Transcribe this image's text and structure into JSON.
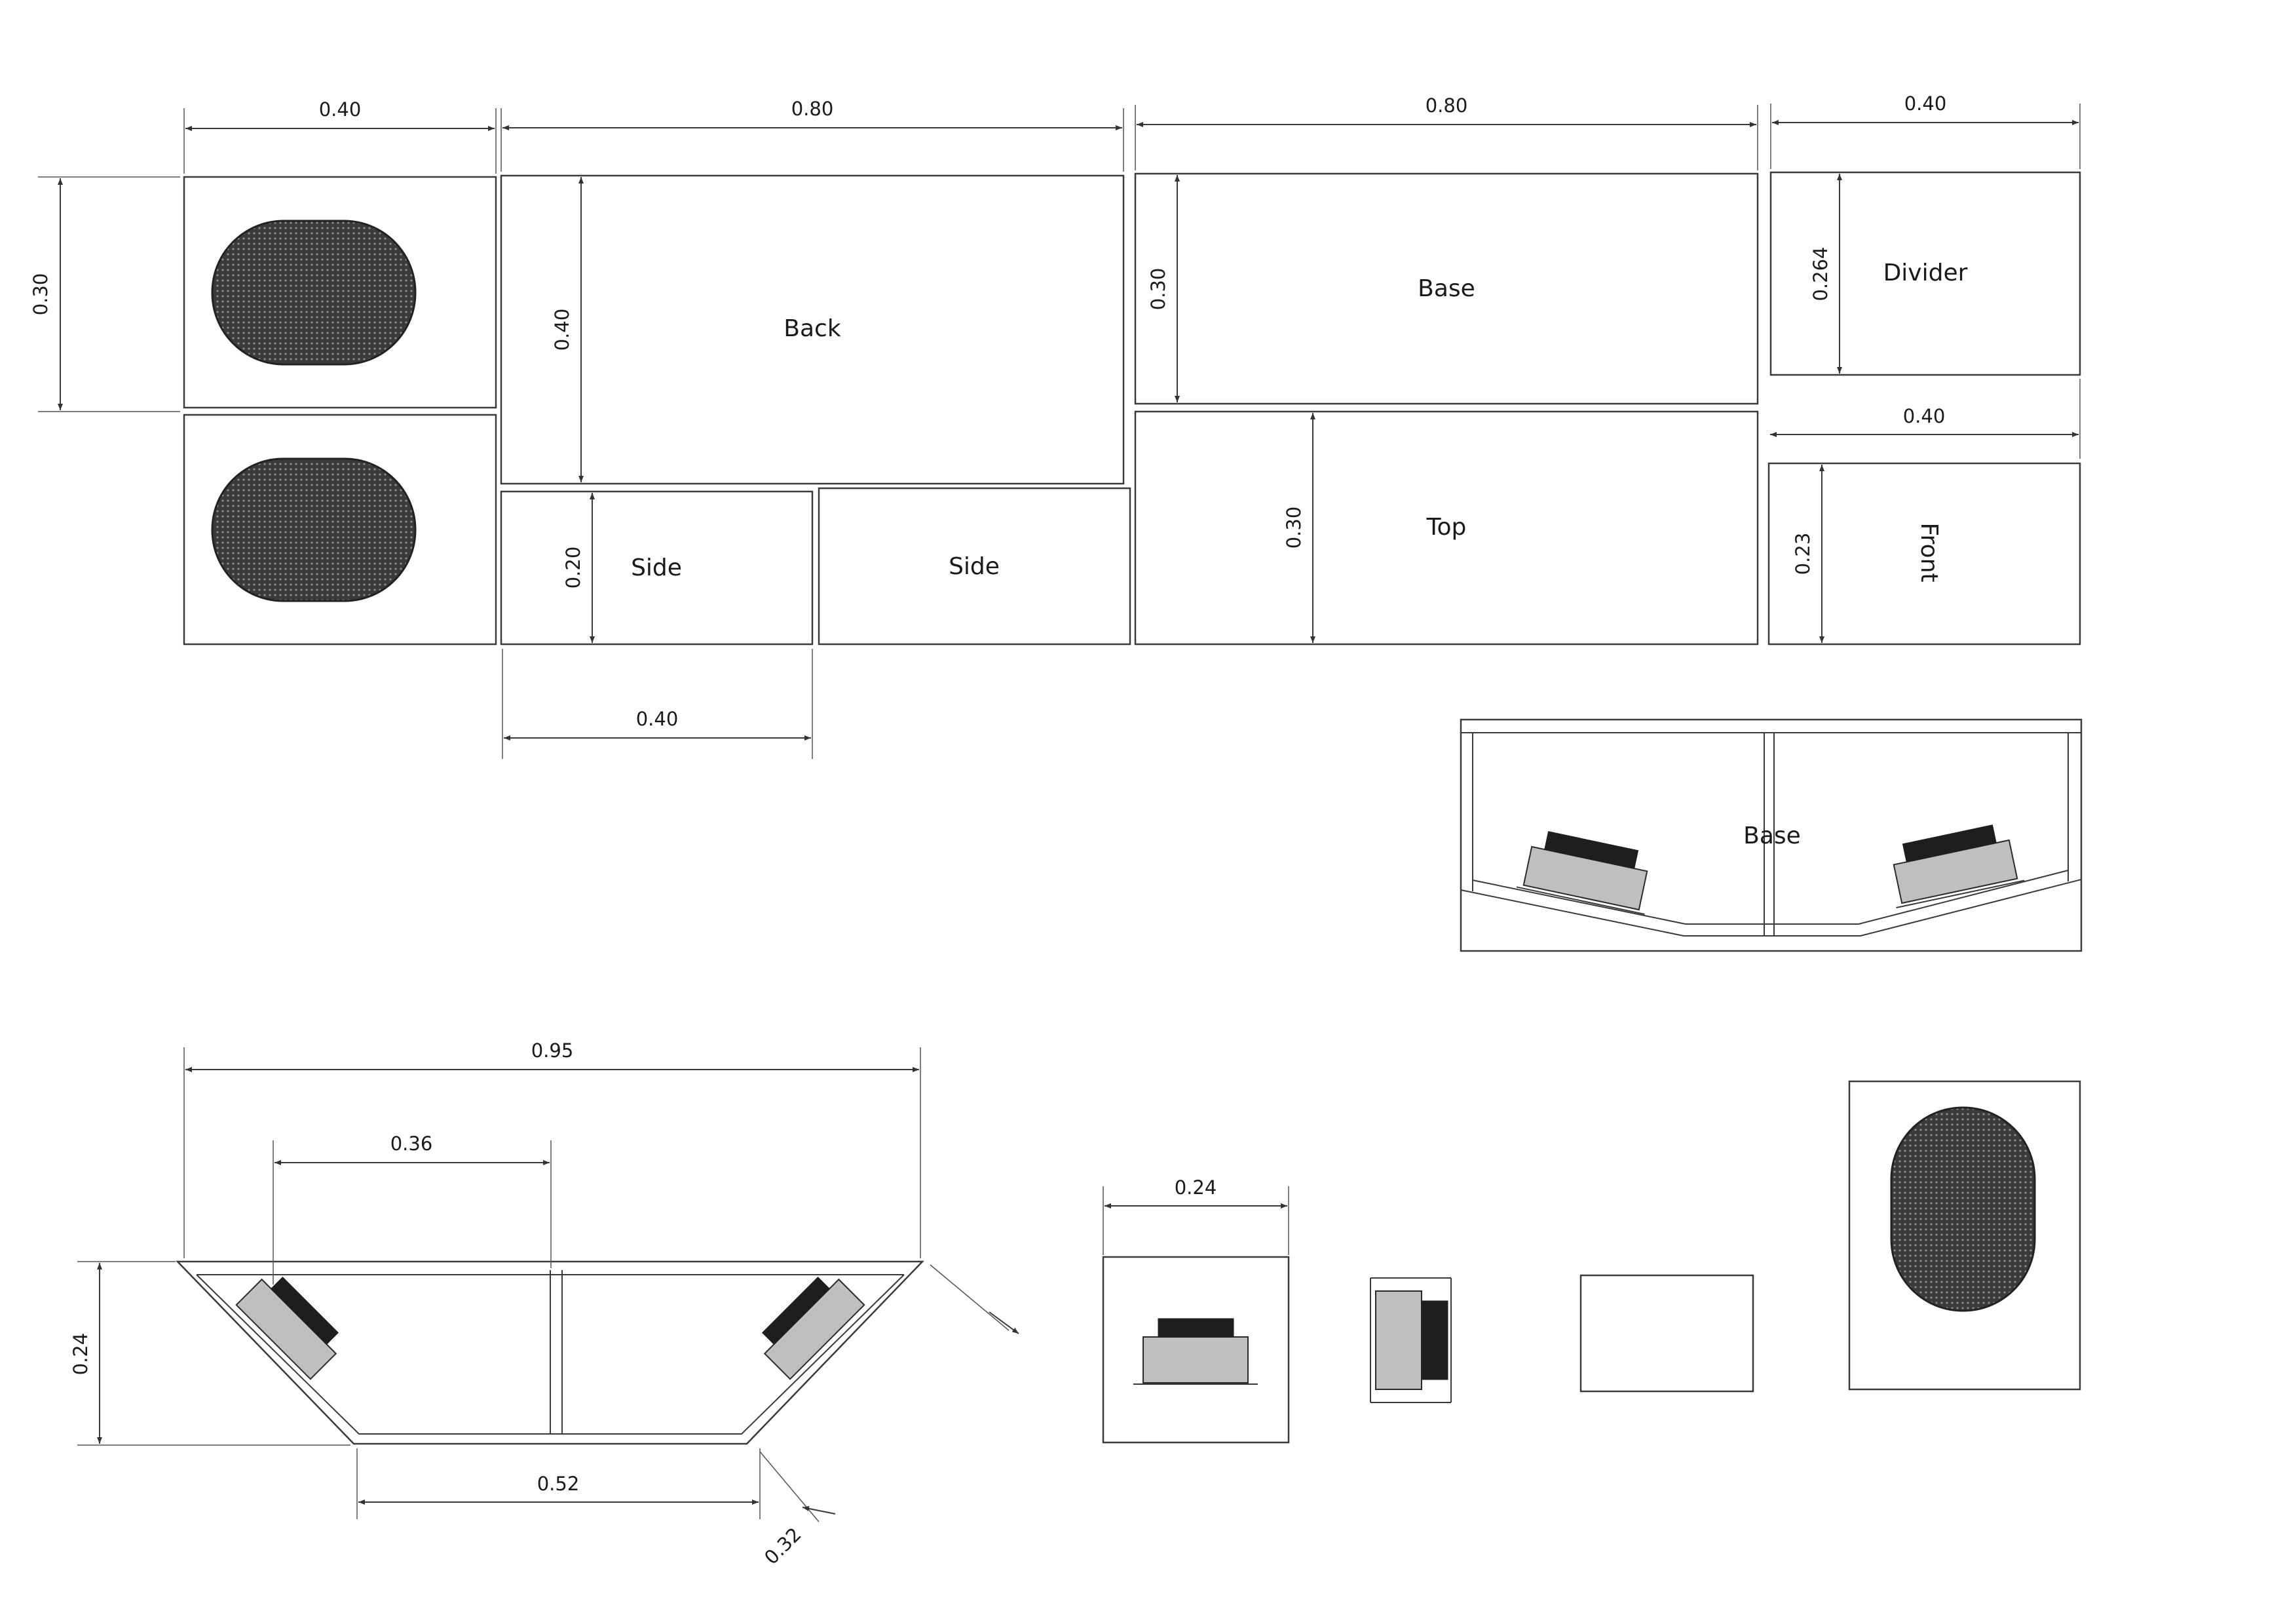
{
  "colors": {
    "line": "#3a3a3a",
    "grille": "#3c3a3c",
    "paper": "#ffffff"
  },
  "icons": [
    "grille-icon",
    "speaker-driver-icon"
  ],
  "panels": {
    "back": "Back",
    "base": "Base",
    "side_left": "Side",
    "side_right": "Side",
    "top": "Top",
    "divider": "Divider",
    "front": "Front",
    "base_view": "Base"
  },
  "dimensions": {
    "front_baffle_width": "0.40",
    "front_baffle_height": "0.30",
    "back_width": "0.80",
    "back_height": "0.40",
    "base_width": "0.80",
    "base_height": "0.30",
    "divider_width": "0.40",
    "divider_height": "0.264",
    "front_width": "0.40",
    "front_height": "0.23",
    "side_height": "0.20",
    "side_width": "0.40",
    "top_height": "0.30",
    "plan_total_width": "0.95",
    "plan_driver_spacing": "0.36",
    "plan_depth": "0.24",
    "plan_back_width": "0.52",
    "plan_angled_panel": "0.32",
    "side_view_width": "0.24"
  }
}
